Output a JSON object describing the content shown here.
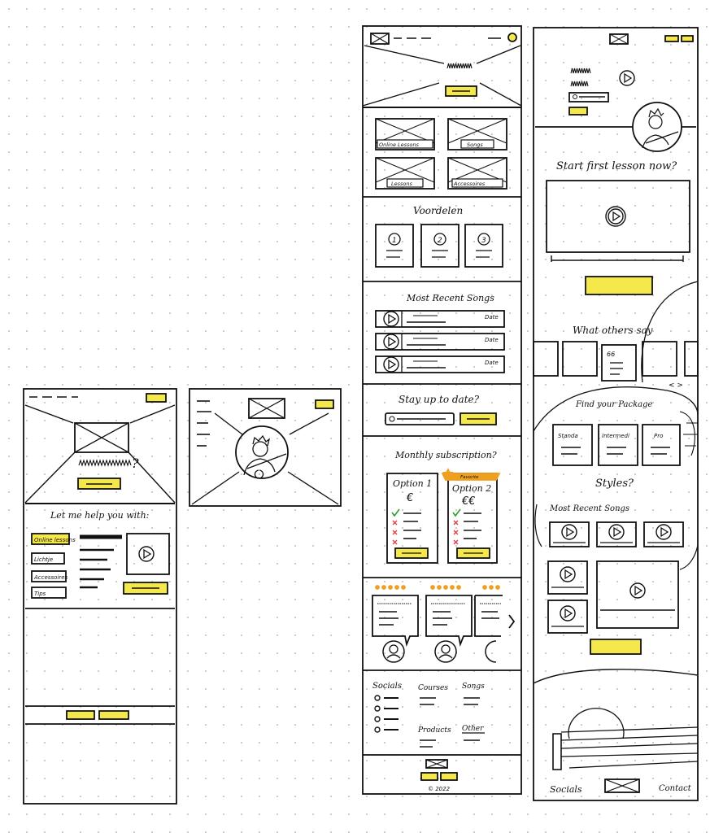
{
  "colors": {
    "highlight": "#f5e84a",
    "accent": "#f0a020",
    "ink": "#111111",
    "check": "#2aa02a",
    "cross": "#e03a3a"
  },
  "frame1": {
    "hero_question": "?",
    "section_title": "Let me help you with:",
    "menu": [
      "Online lessons",
      "Lichtje",
      "Accessoires",
      "Tips"
    ]
  },
  "frame3": {
    "categories": [
      "Online Lessons",
      "Songs",
      "Lessons",
      "Accessoires"
    ],
    "voordelen_title": "Voordelen",
    "voordelen_numbers": [
      "1",
      "2",
      "3"
    ],
    "recent_title": "Most Recent Songs",
    "recent_date_label": "Date",
    "stay_title": "Stay up to date?",
    "monthly_title": "Monthly subscription?",
    "options": [
      {
        "name": "Option 1",
        "price": "€"
      },
      {
        "name": "Option 2",
        "price": "€€",
        "badge": "Favorite"
      }
    ],
    "footer_cols": [
      "Socials",
      "Courses",
      "Songs",
      "Products",
      "Other"
    ],
    "copyright": "© 2022"
  },
  "frame4": {
    "start_title": "Start first lesson now?",
    "others_title": "What others say",
    "quote_mark": "66",
    "nav_arrows": "< >",
    "package_title": "Find your Package",
    "packages": [
      "Standa",
      "Intermedi",
      "Pro"
    ],
    "styles_title": "Styles?",
    "recent_title": "Most Recent Songs",
    "footer_left": "Socials",
    "footer_right": "Contact"
  }
}
